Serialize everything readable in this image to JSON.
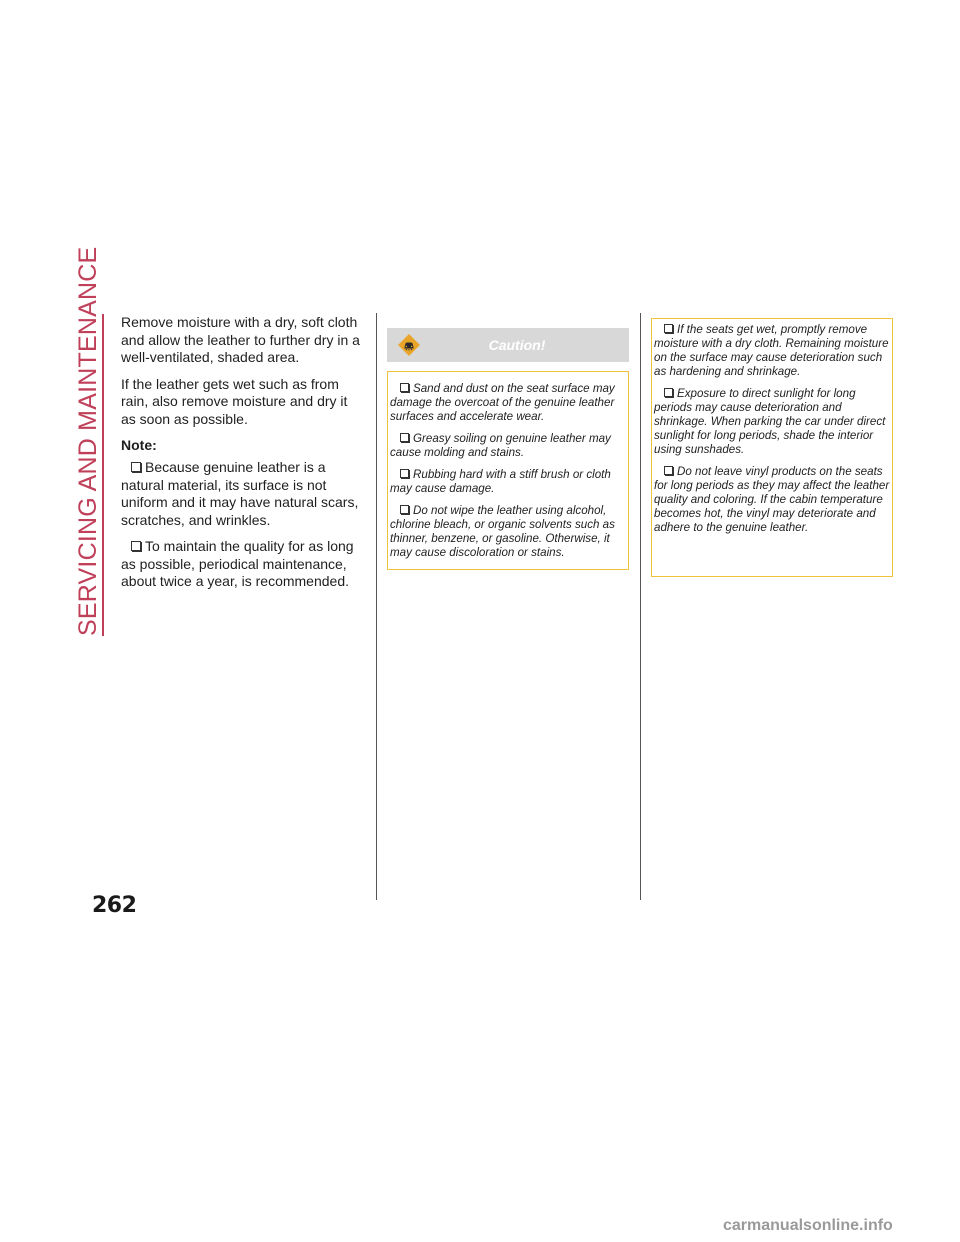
{
  "section_title": "SERVICING AND MAINTENANCE",
  "page_number": "262",
  "watermark": "carmanualsonline.info",
  "left_column": {
    "paragraphs": [
      "Remove moisture with a dry, soft cloth and allow the leather to further dry in a well-ventilated, shaded area.",
      "If the leather gets wet such as from rain, also remove moisture and dry it as soon as possible."
    ],
    "note_heading": "Note:",
    "note_items": [
      "Because genuine leather is a natural material, its surface is not uniform and it may have natural scars, scratches, and wrinkles.",
      "To maintain the quality for as long as possible, periodical maintenance, about twice a year, is recommended."
    ]
  },
  "caution": {
    "label": "Caution!",
    "icon": "warning-car-icon",
    "items": [
      "Sand and dust on the seat surface may damage the overcoat of the genuine leather surfaces and accelerate wear.",
      "Greasy soiling on genuine leather may cause molding and stains.",
      "Rubbing hard with a stiff brush or cloth may cause damage.",
      "Do not wipe the leather using alcohol, chlorine bleach, or organic solvents such as thinner, benzene, or gasoline. Otherwise, it may cause discoloration or stains."
    ]
  },
  "right_column": {
    "items": [
      "If the seats get wet, promptly remove moisture with a dry cloth. Remaining moisture on the surface may cause deterioration such as hardening and shrinkage.",
      "Exposure to direct sunlight for long periods may cause deterioration and shrinkage. When parking the car under direct sunlight for long periods, shade the interior using sunshades.",
      "Do not leave vinyl products on the seats for long periods as they may affect the leather quality and coloring. If the cabin temperature becomes hot, the vinyl may deteriorate and adhere to the genuine leather."
    ]
  },
  "colors": {
    "section_accent": "#c0405a",
    "caution_border": "#f0c23c",
    "caution_header_bg": "#d8d8d8",
    "caution_icon": "#e8a52a"
  }
}
